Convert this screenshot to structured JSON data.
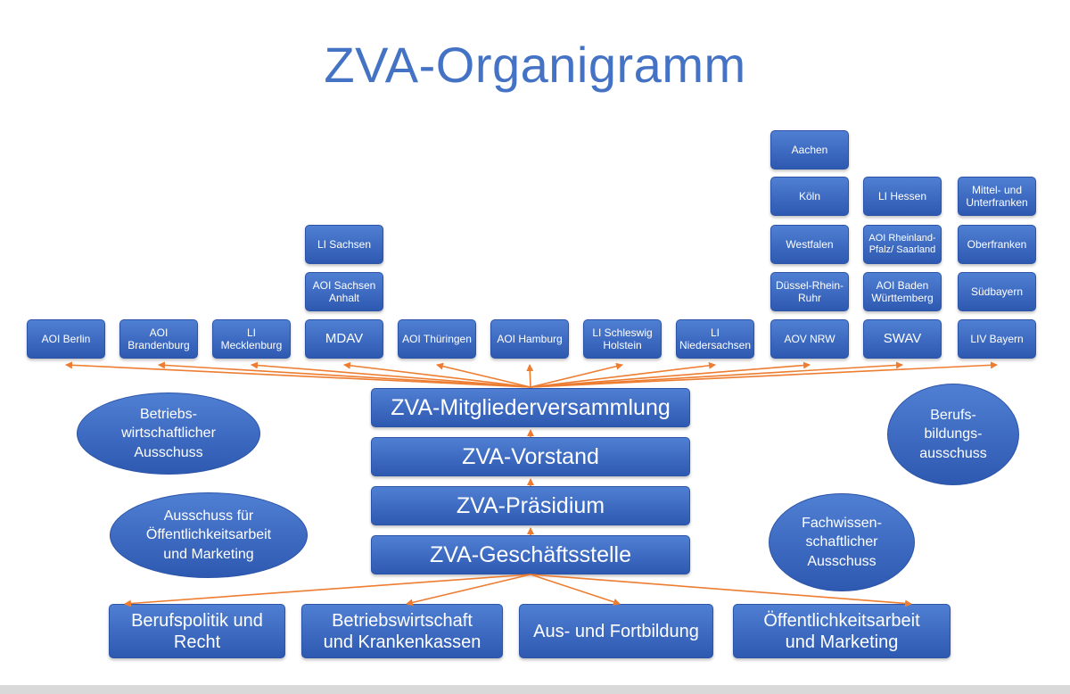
{
  "title": "ZVA-Organigramm",
  "colors": {
    "title": "#4472c4",
    "box": "#3a67c2",
    "arrow": "#ed7d31"
  },
  "members": [
    "AOI Berlin",
    "AOI\nBrandenburg",
    "LI\nMecklenburg",
    "MDAV",
    "AOI Thüringen",
    "AOI Hamburg",
    "LI Schleswig\nHolstein",
    "LI\nNiedersachsen",
    "AOV NRW",
    "SWAV",
    "LIV Bayern"
  ],
  "mdav_sub": [
    "AOI Sachsen\nAnhalt",
    "LI Sachsen"
  ],
  "nrw_sub": [
    "Düssel-Rhein-\nRuhr",
    "Westfalen",
    "Köln",
    "Aachen"
  ],
  "swav_sub": [
    "AOI Baden\nWürttemberg",
    "AOI Rheinland-\nPfalz/ Saarland",
    "LI Hessen"
  ],
  "bayern_sub": [
    "Südbayern",
    "Oberfranken",
    "Mittel- und\nUnterfranken"
  ],
  "core": [
    "ZVA-Mitgliederversammlung",
    "ZVA-Vorstand",
    "ZVA-Präsidium",
    "ZVA-Geschäftsstelle"
  ],
  "committees": {
    "left_top": "Betriebs-\nwirtschaftlicher\nAusschuss",
    "left_bottom": "Ausschuss für\nÖffentlichkeitsarbeit\nund Marketing",
    "right_top": "Berufs-\nbildungs-\nausschuss",
    "right_bottom": "Fachwissen-\nschaftlicher\nAusschuss"
  },
  "departments": [
    "Berufspolitik und\nRecht",
    "Betriebswirtschaft\nund Krankenkassen",
    "Aus- und Fortbildung",
    "Öffentlichkeitsarbeit\nund Marketing"
  ]
}
